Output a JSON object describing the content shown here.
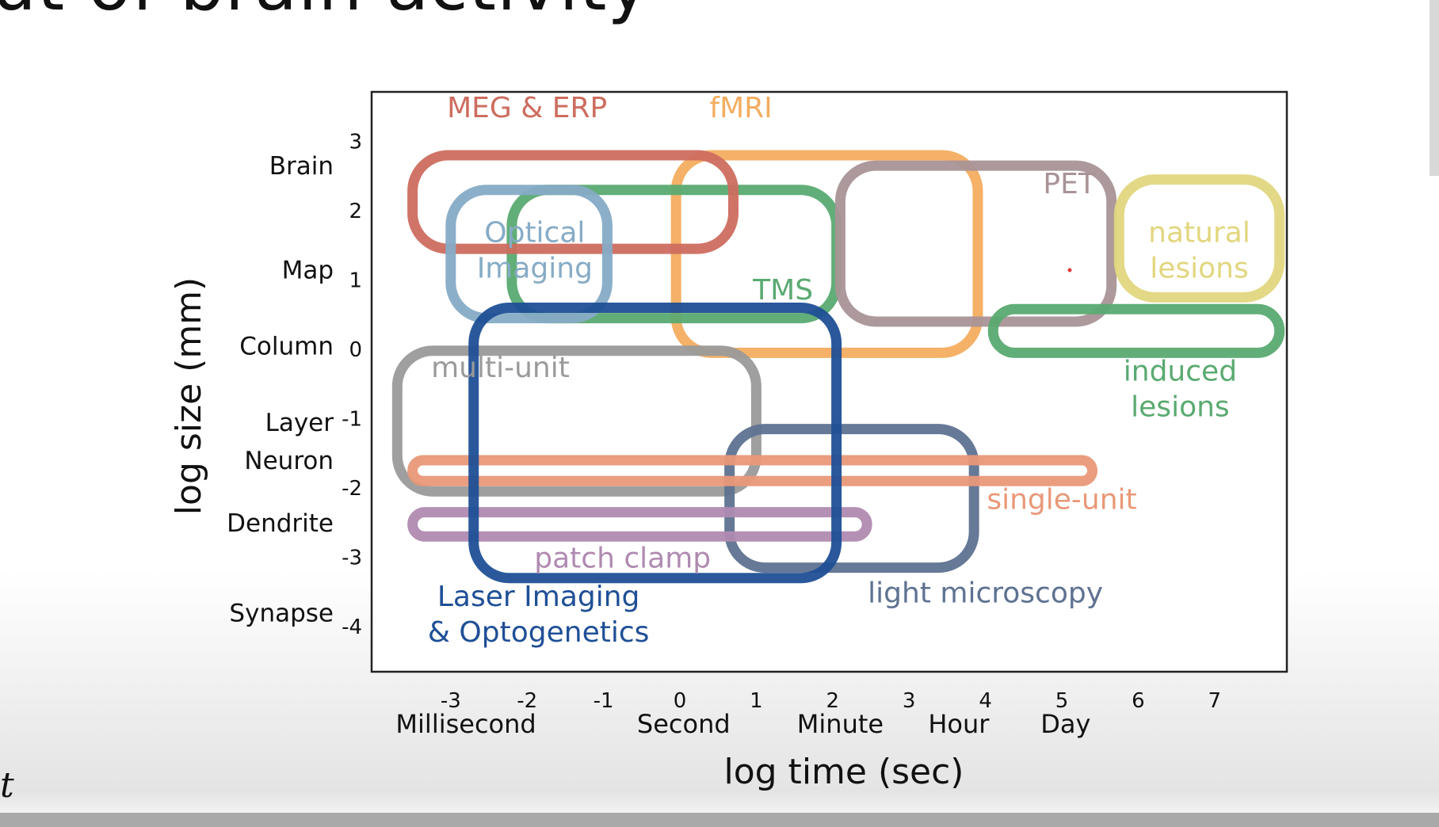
{
  "slide": {
    "title_fragment": "ut of brain activity",
    "edge_glyph": "t"
  },
  "chart_data": {
    "type": "region",
    "xlabel": "log time (sec)",
    "ylabel": "log size (mm)",
    "xlim": [
      -4,
      8
    ],
    "ylim": [
      -4.5,
      3.8
    ],
    "x_ticks": [
      {
        "value": -3,
        "label": "-3"
      },
      {
        "value": -2,
        "label": "-2"
      },
      {
        "value": -1,
        "label": "-1"
      },
      {
        "value": 0,
        "label": "0"
      },
      {
        "value": 1,
        "label": "1"
      },
      {
        "value": 2,
        "label": "2"
      },
      {
        "value": 3,
        "label": "3"
      },
      {
        "value": 4,
        "label": "4"
      },
      {
        "value": 5,
        "label": "5"
      },
      {
        "value": 6,
        "label": "6"
      },
      {
        "value": 7,
        "label": "7"
      }
    ],
    "x_categories": [
      {
        "value": -2.8,
        "label": "Millisecond"
      },
      {
        "value": 0.05,
        "label": "Second"
      },
      {
        "value": 2.1,
        "label": "Minute"
      },
      {
        "value": 3.65,
        "label": "Hour"
      },
      {
        "value": 5.05,
        "label": "Day"
      }
    ],
    "y_ticks": [
      {
        "value": 3,
        "label": "3"
      },
      {
        "value": 2,
        "label": "2"
      },
      {
        "value": 1,
        "label": "1"
      },
      {
        "value": 0,
        "label": "0"
      },
      {
        "value": -1,
        "label": "-1"
      },
      {
        "value": -2,
        "label": "-2"
      },
      {
        "value": -3,
        "label": "-3"
      },
      {
        "value": -4,
        "label": "-4"
      }
    ],
    "y_categories": [
      {
        "value": 2.65,
        "label": "Brain"
      },
      {
        "value": 1.15,
        "label": "Map"
      },
      {
        "value": 0.05,
        "label": "Column"
      },
      {
        "value": -1.05,
        "label": "Layer"
      },
      {
        "value": -1.6,
        "label": "Neuron"
      },
      {
        "value": -2.5,
        "label": "Dendrite"
      },
      {
        "value": -3.8,
        "label": "Synapse"
      }
    ],
    "regions": [
      {
        "name": "fMRI",
        "color": "#f3ad5f",
        "x": [
          -0.05,
          3.9
        ],
        "y": [
          -0.05,
          2.8
        ],
        "label_lines": [
          "fMRI"
        ],
        "label_at": [
          0.8,
          3.35
        ]
      },
      {
        "name": "TMS",
        "color": "#5aaa71",
        "x": [
          -2.2,
          2.05
        ],
        "y": [
          0.45,
          2.3
        ],
        "label_lines": [
          "TMS"
        ],
        "label_at": [
          1.35,
          0.72
        ]
      },
      {
        "name": "PET",
        "color": "#a99397",
        "x": [
          2.1,
          5.65
        ],
        "y": [
          0.4,
          2.65
        ],
        "label_lines": [
          "PET"
        ],
        "label_at": [
          5.1,
          2.25
        ]
      },
      {
        "name": "MEG & ERP",
        "color": "#cd6d5f",
        "x": [
          -3.5,
          0.7
        ],
        "y": [
          1.45,
          2.8
        ],
        "label_lines": [
          "MEG & ERP"
        ],
        "label_at": [
          -2.0,
          3.35
        ]
      },
      {
        "name": "Optical Imaging",
        "color": "#86abc6",
        "x": [
          -3.0,
          -0.95
        ],
        "y": [
          0.45,
          2.3
        ],
        "label_lines": [
          "Optical",
          "Imaging"
        ],
        "label_at": [
          -1.9,
          1.55
        ]
      },
      {
        "name": "natural lesions",
        "color": "#e2d67e",
        "x": [
          5.75,
          7.85
        ],
        "y": [
          0.75,
          2.45
        ],
        "label_lines": [
          "natural",
          "lesions"
        ],
        "label_at": [
          6.8,
          1.55
        ]
      },
      {
        "name": "induced lesions",
        "color": "#5aaa71",
        "x": [
          4.1,
          7.85
        ],
        "y": [
          -0.05,
          0.58
        ],
        "label_lines": [
          "induced",
          "lesions"
        ],
        "label_at": [
          6.55,
          -0.45
        ]
      },
      {
        "name": "multi-unit",
        "color": "#9a9a9a",
        "x": [
          -3.7,
          1.0
        ],
        "y": [
          -2.05,
          -0.02
        ],
        "label_lines": [
          "multi-unit"
        ],
        "label_at": [
          -2.35,
          -0.4
        ]
      },
      {
        "name": "light microscopy",
        "color": "#5e7291",
        "x": [
          0.65,
          3.85
        ],
        "y": [
          -3.15,
          -1.15
        ],
        "label_lines": [
          "light microscopy"
        ],
        "label_at": [
          4.0,
          -3.65
        ]
      },
      {
        "name": "single-unit",
        "color": "#e99878",
        "x": [
          -3.5,
          5.4
        ],
        "y": [
          -1.9,
          -1.6
        ],
        "label_lines": [
          "single-unit"
        ],
        "label_at": [
          5.0,
          -2.3
        ]
      },
      {
        "name": "patch clamp",
        "color": "#b08ab1",
        "x": [
          -3.5,
          2.45
        ],
        "y": [
          -2.7,
          -2.35
        ],
        "label_lines": [
          "patch clamp"
        ],
        "label_at": [
          -0.75,
          -3.15
        ]
      },
      {
        "name": "Laser Imaging & Optogenetics",
        "color": "#1f4f96",
        "x": [
          -2.7,
          2.05
        ],
        "y": [
          -3.3,
          0.6
        ],
        "label_lines": [
          "Laser Imaging",
          "& Optogenetics"
        ],
        "label_at": [
          -1.85,
          -3.7
        ]
      }
    ],
    "grid": false,
    "legend": "none"
  }
}
